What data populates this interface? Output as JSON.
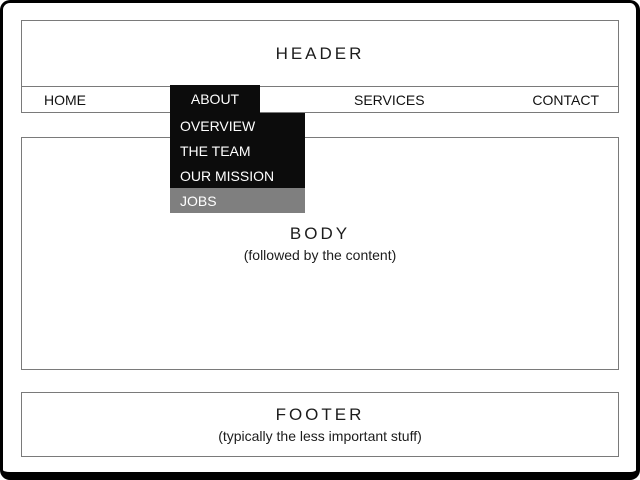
{
  "header": {
    "title": "HEADER"
  },
  "nav": {
    "items": [
      {
        "label": "HOME",
        "active": false
      },
      {
        "label": "ABOUT",
        "active": true
      },
      {
        "label": "SERVICES",
        "active": false
      },
      {
        "label": "CONTACT",
        "active": false
      }
    ]
  },
  "dropdown": {
    "items": [
      {
        "label": "OVERVIEW",
        "highlighted": false
      },
      {
        "label": "THE TEAM",
        "highlighted": false
      },
      {
        "label": "OUR MISSION",
        "highlighted": false
      },
      {
        "label": "JOBS",
        "highlighted": true
      }
    ]
  },
  "body": {
    "title": "BODY",
    "caption": "(followed by the content)"
  },
  "footer": {
    "title": "FOOTER",
    "caption": "(typically the less important stuff)"
  },
  "colors": {
    "frame": "#000000",
    "box_border": "#7a7a7a",
    "menu_black": "#0c0c0c",
    "highlight_gray": "#7f7f7f",
    "text": "#1c1c1c",
    "menu_text": "#ffffff"
  }
}
